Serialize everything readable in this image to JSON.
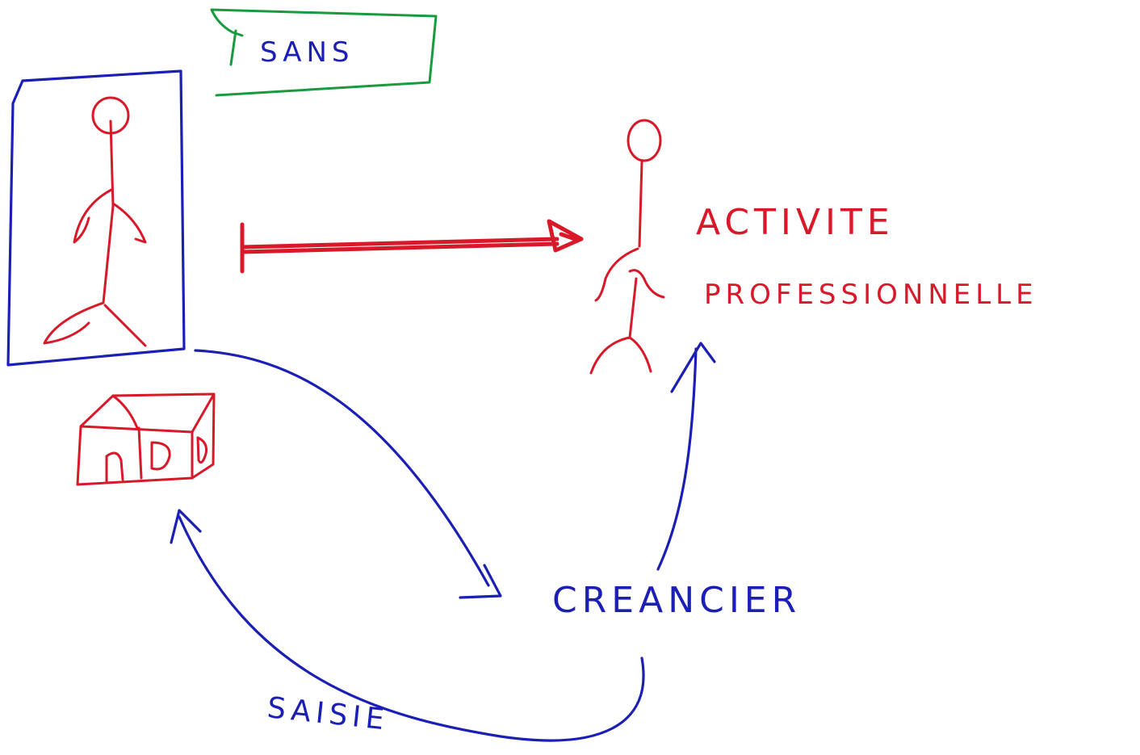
{
  "labels": {
    "sans": "SANS",
    "activite": "ACTIVITE",
    "professionnelle": "PROFESSIONNELLE",
    "creancier": "CREANCIER",
    "saisie": "SAISIE"
  },
  "colors": {
    "red_ink": "#d7192a",
    "blue_ink": "#1b1fb3",
    "green_ink": "#1a9a3e",
    "background": "#ffffff"
  }
}
